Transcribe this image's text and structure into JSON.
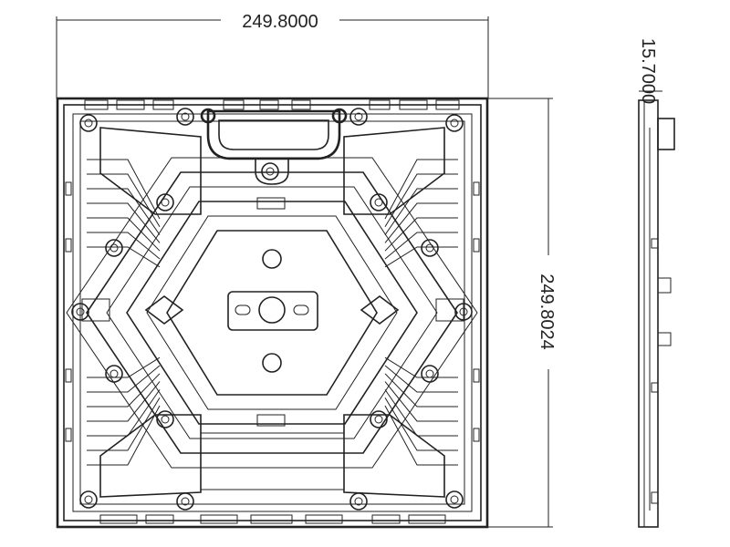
{
  "dimensions": {
    "width": "249.8000",
    "height": "249.8024",
    "thickness": "15.7000"
  },
  "colors": {
    "line": "#222222",
    "background": "#ffffff"
  },
  "views": [
    "front-view",
    "side-view"
  ]
}
